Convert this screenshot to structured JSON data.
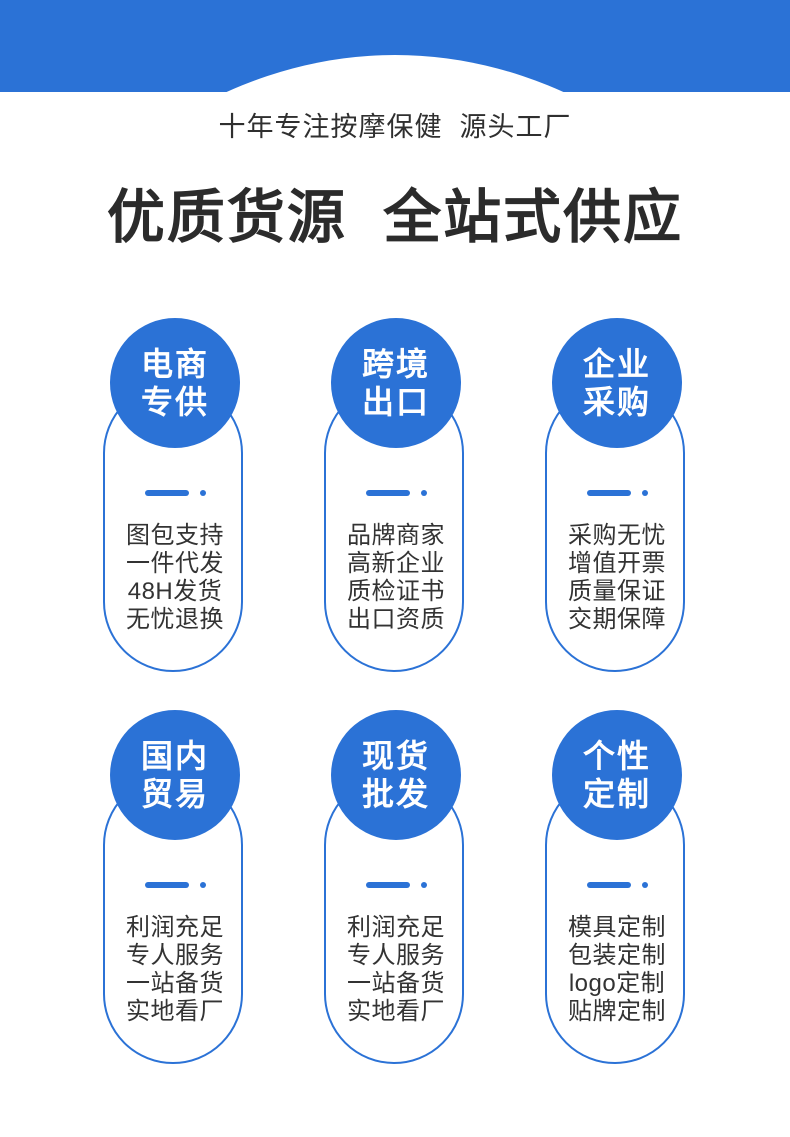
{
  "theme": {
    "brand_blue": "#2b72d6",
    "title_color": "#2b2b2b",
    "body_color": "#333333",
    "background": "#ffffff"
  },
  "header": {
    "subtitle": "十年专注按摩保健  源头工厂",
    "title": "优质货源  全站式供应"
  },
  "cards": [
    {
      "badge_line1": "电商",
      "badge_line2": "专供",
      "features": [
        "图包支持",
        "一件代发",
        "48H发货",
        "无忧退换"
      ]
    },
    {
      "badge_line1": "跨境",
      "badge_line2": "出口",
      "features": [
        "品牌商家",
        "高新企业",
        "质检证书",
        "出口资质"
      ]
    },
    {
      "badge_line1": "企业",
      "badge_line2": "采购",
      "features": [
        "采购无忧",
        "增值开票",
        "质量保证",
        "交期保障"
      ]
    },
    {
      "badge_line1": "国内",
      "badge_line2": "贸易",
      "features": [
        "利润充足",
        "专人服务",
        "一站备货",
        "实地看厂"
      ]
    },
    {
      "badge_line1": "现货",
      "badge_line2": "批发",
      "features": [
        "利润充足",
        "专人服务",
        "一站备货",
        "实地看厂"
      ]
    },
    {
      "badge_line1": "个性",
      "badge_line2": "定制",
      "features": [
        "模具定制",
        "包装定制",
        "logo定制",
        "贴牌定制"
      ]
    }
  ]
}
